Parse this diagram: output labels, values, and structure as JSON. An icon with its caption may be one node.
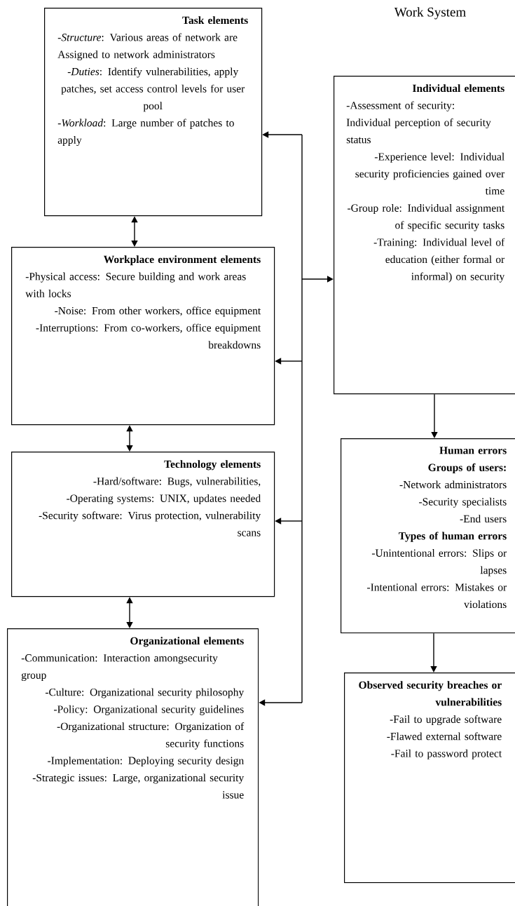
{
  "diagram": {
    "title": "Work System",
    "nodes": [
      {
        "text": [
          "Task elements",
          "-*Structure*: Various areas of network are Assigned to network administrators",
          "-*Duties*: Identify vulnerabilities, apply patches, set access control levels for user pool",
          "-*Workload*: Large number of patches to apply"
        ]
      },
      {
        "text": [
          "Workplace environment elements",
          "-Physical access: Secure building and work areas with locks",
          "-Noise: From other workers, office equipment",
          "-Interruptions: From co-workers, office equipment breakdowns"
        ]
      },
      {
        "text": [
          "Technology elements",
          "-Hard/software: Bugs, vulnerabilities,",
          "-Operating systems: UNIX, updates needed",
          "-Security software: Virus protection, vulnerability scans"
        ]
      },
      {
        "text": [
          "Organizational elements",
          "-Communication: Interaction amongsecurity group",
          "-Culture: Organizational security philosophy",
          "-Policy: Organizational security guidelines",
          "-Organizational structure: Organization of security functions",
          "-Implementation: Deploying security design",
          "-Strategic issues: Large, organizational security issue"
        ]
      },
      {
        "text": [
          "Individual elements",
          "-Assessment of security: Individual perception of security status",
          "-Experience level: Individual security proficiencies gained over time",
          "-Group role: Individual assignment of specific security tasks",
          "-Training: Individual level of education (either formal or informal) on security"
        ]
      },
      {
        "text": [
          "Human errors",
          "Groups of users:",
          "-Network administrators",
          "-Security specialists",
          "-End users",
          "Types of human errors",
          "-Unintentional errors: Slips or lapses",
          "-Intentional errors: Mistakes or violations"
        ]
      },
      {
        "text": [
          "Observed security breaches or vulnerabilities",
          "-Fail to upgrade software",
          "-Flawed external software",
          "-Fail to password protect"
        ]
      }
    ],
    "edges": [
      {
        "from": 0,
        "to": 1,
        "arrow": "both"
      },
      {
        "from": 1,
        "to": 2,
        "arrow": "both"
      },
      {
        "from": 2,
        "to": 3,
        "arrow": "both"
      },
      {
        "from": null,
        "to": 0,
        "arrow": "to"
      },
      {
        "from": null,
        "to": 4,
        "arrow": "to"
      },
      {
        "from": null,
        "to": 1,
        "arrow": "to"
      },
      {
        "from": null,
        "to": 2,
        "arrow": "to"
      },
      {
        "from": null,
        "to": 3,
        "arrow": "to"
      },
      {
        "from": 4,
        "to": 5,
        "arrow": "to"
      },
      {
        "from": 5,
        "to": 6,
        "arrow": "to"
      }
    ]
  }
}
